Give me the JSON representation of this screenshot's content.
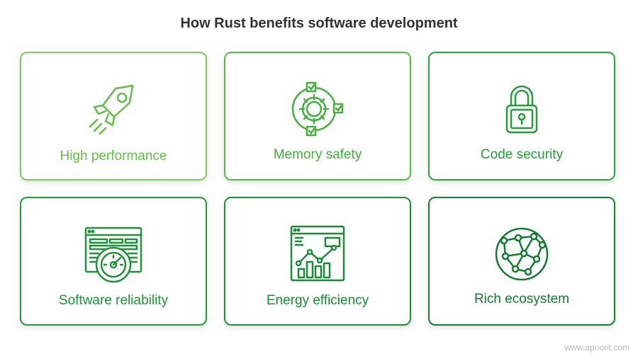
{
  "title": "How Rust benefits software development",
  "cards": [
    {
      "label": "High performance",
      "icon": "rocket-icon",
      "color": "#62bd48"
    },
    {
      "label": "Memory safety",
      "icon": "gear-checklist-icon",
      "color": "#46ad3f"
    },
    {
      "label": "Code security",
      "icon": "padlock-icon",
      "color": "#269b3a"
    },
    {
      "label": "Software reliability",
      "icon": "dashboard-gauge-icon",
      "color": "#1f9138"
    },
    {
      "label": "Energy efficiency",
      "icon": "analytics-chart-icon",
      "color": "#198a35"
    },
    {
      "label": "Rich ecosystem",
      "icon": "network-globe-icon",
      "color": "#137a30"
    }
  ],
  "footer": "www.apriorit.com"
}
